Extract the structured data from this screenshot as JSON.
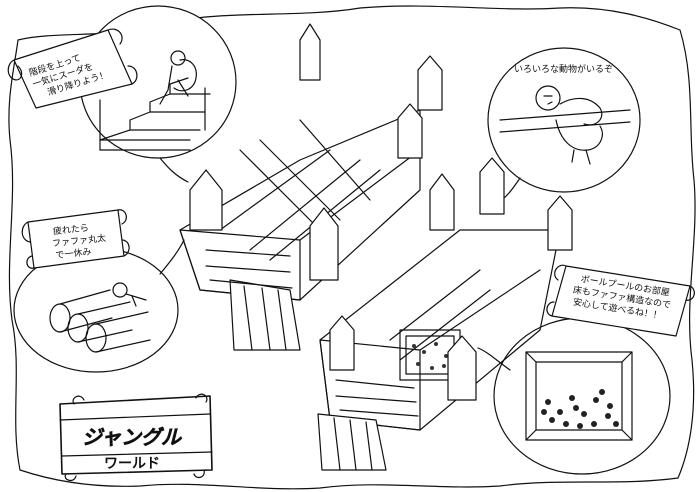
{
  "callouts": {
    "stairs": [
      "階段を上って",
      "一気にスーダを",
      "滑り降りよう！"
    ],
    "animals": "いろいろな動物がいるぞ",
    "rest": [
      "疲れたら",
      "ファファ丸太",
      "で一休み"
    ],
    "ballpool": [
      "ボールプールのお部屋",
      "床もファファ構造なので",
      "安心して遊べるね！！"
    ]
  },
  "sign": {
    "line1": "ジャングル",
    "line2": "ワールド"
  }
}
